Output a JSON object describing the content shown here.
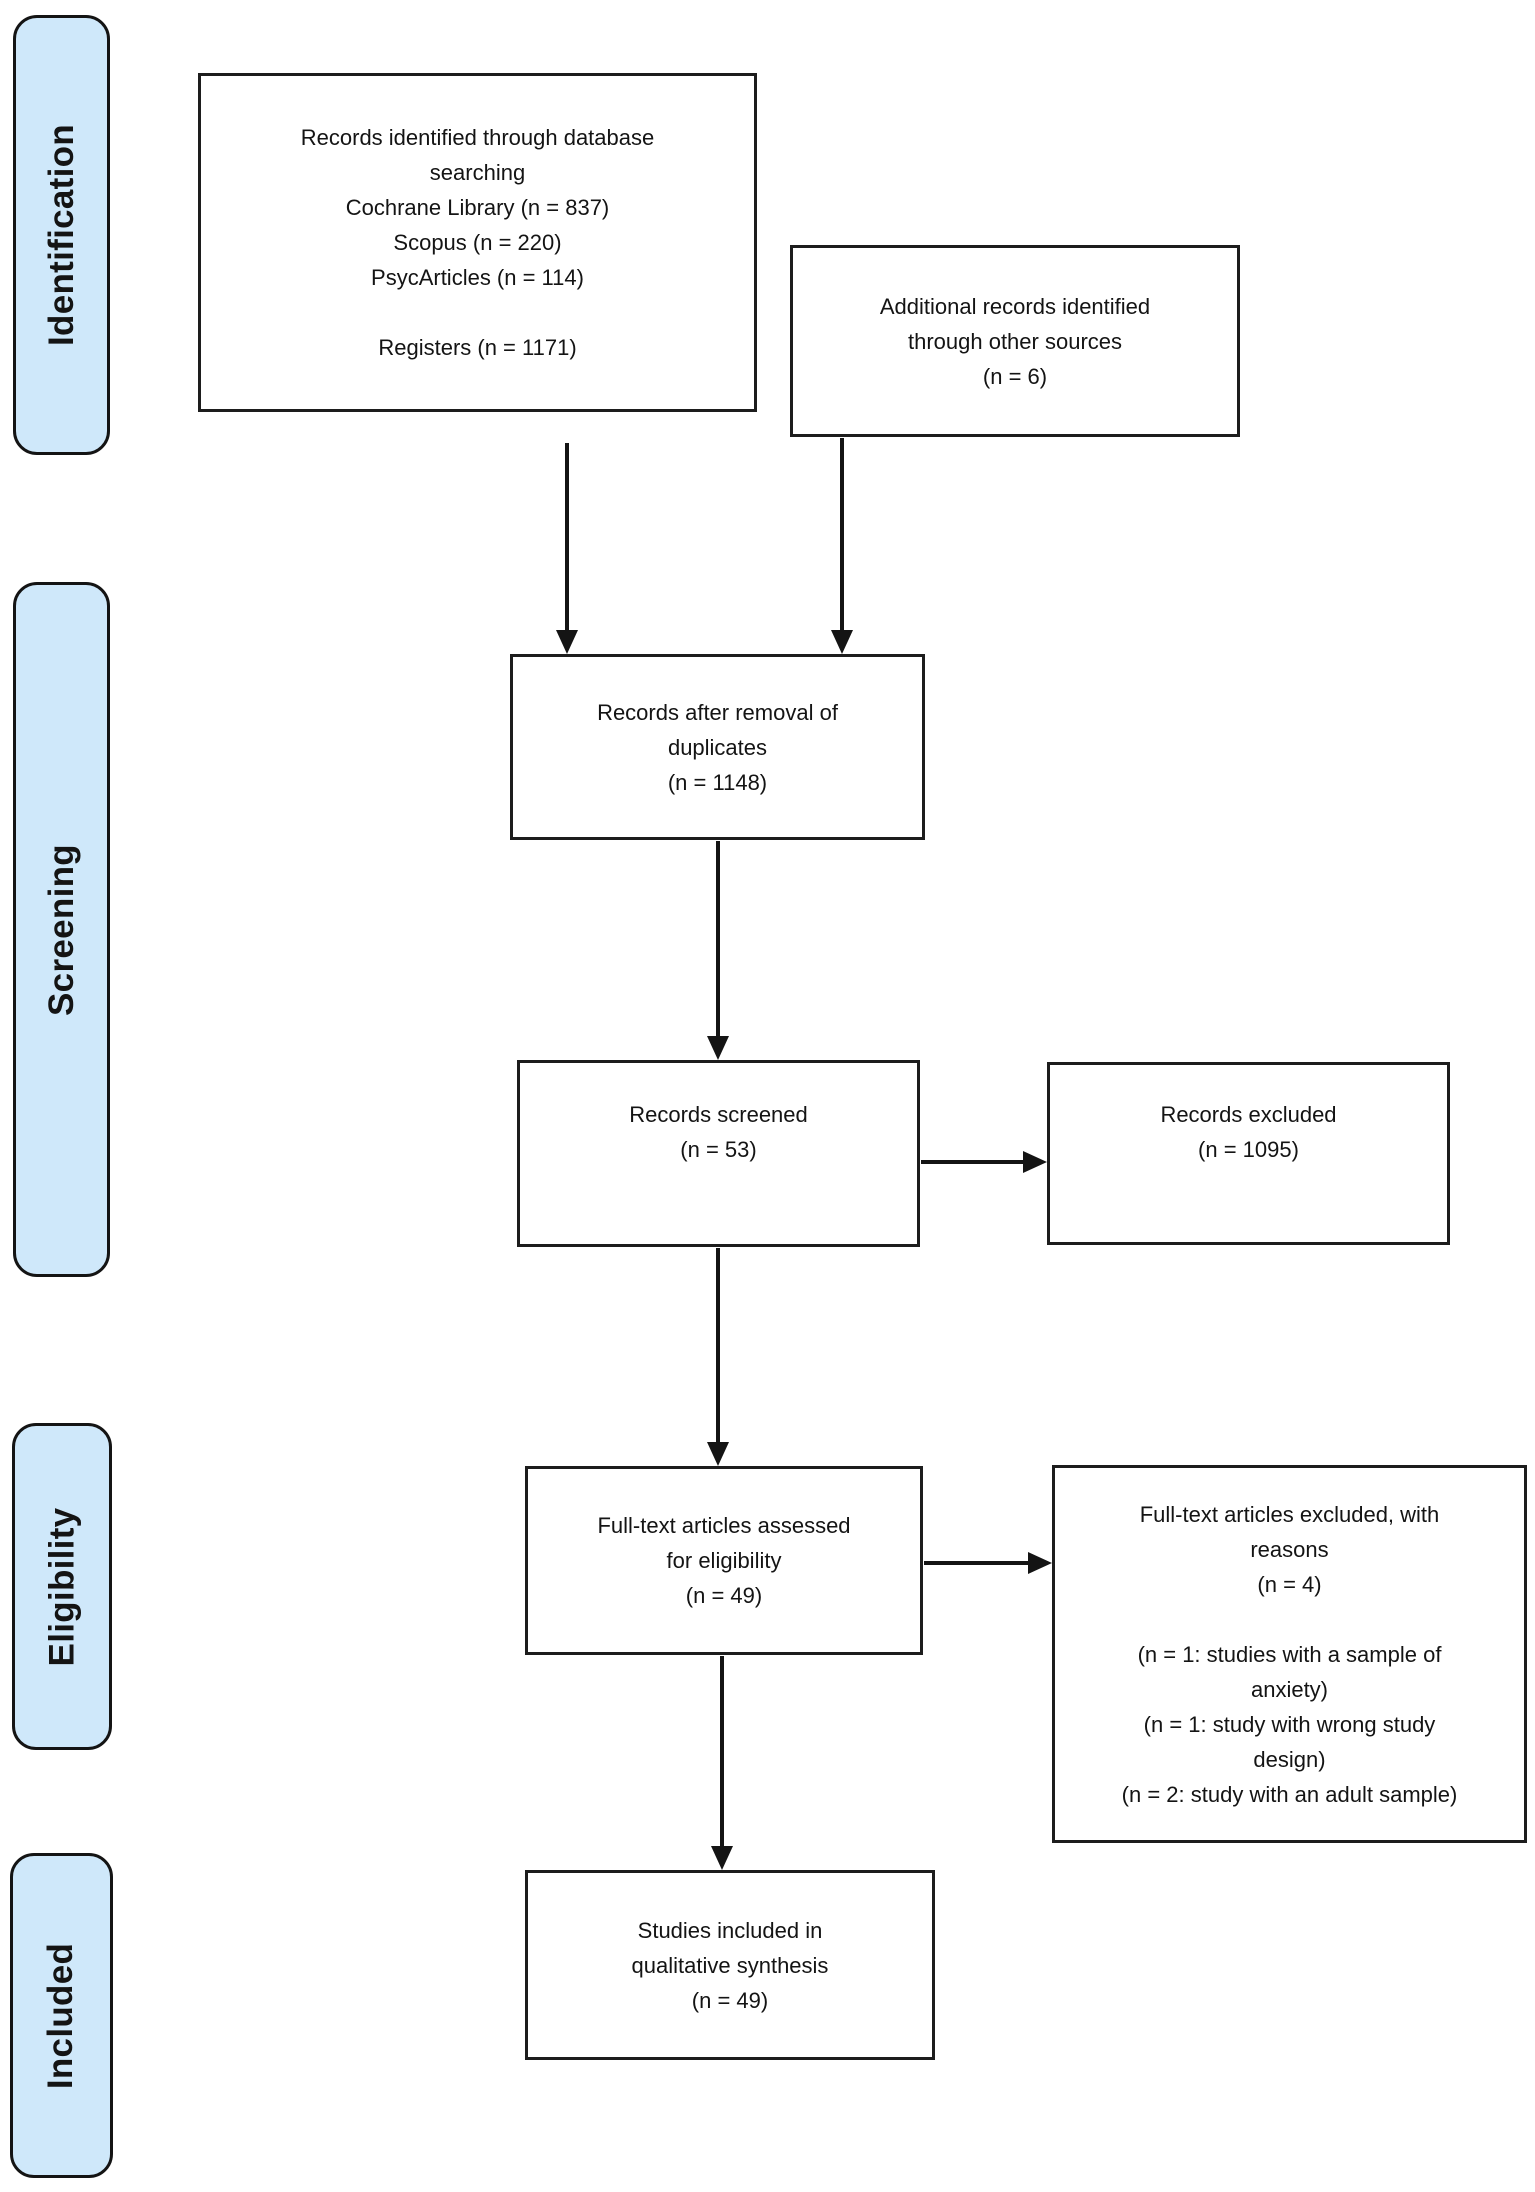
{
  "diagram_type": "PRISMA flow diagram",
  "colors": {
    "stage_fill": "#cfe8fa",
    "box_fill": "#ffffff",
    "border": "#141414",
    "arrow": "#141414",
    "background": "#ffffff"
  },
  "stages": {
    "identification": {
      "label": "Identification"
    },
    "screening": {
      "label": "Screening"
    },
    "eligibility": {
      "label": "Eligibility"
    },
    "included": {
      "label": "Included"
    }
  },
  "boxes": {
    "identified": {
      "lines": [
        "Records identified through database",
        "searching",
        "Cochrane Library (n = 837)",
        "Scopus (n = 220)",
        "PsycArticles (n = 114)",
        "",
        "Registers (n = 1171)"
      ]
    },
    "additional": {
      "lines": [
        "Additional records identified",
        "through other sources",
        "(n = 6)"
      ]
    },
    "duplicates": {
      "lines": [
        "Records after removal of",
        "duplicates",
        "(n = 1148)"
      ]
    },
    "screened": {
      "lines": [
        "Records screened",
        "(n = 53)"
      ]
    },
    "excluded": {
      "lines": [
        "Records excluded",
        "(n = 1095)"
      ]
    },
    "fulltext": {
      "lines": [
        "Full-text articles assessed",
        "for eligibility",
        "(n = 49)"
      ]
    },
    "fulltext_excluded": {
      "lines": [
        "Full-text articles excluded, with",
        "reasons",
        "(n = 4)",
        "",
        "(n = 1: studies with a sample of",
        "anxiety)",
        "(n = 1: study with wrong study",
        "design)",
        "(n = 2: study with an adult sample)"
      ]
    },
    "included_studies": {
      "lines": [
        "Studies included in",
        "qualitative synthesis",
        "(n = 49)"
      ]
    }
  }
}
